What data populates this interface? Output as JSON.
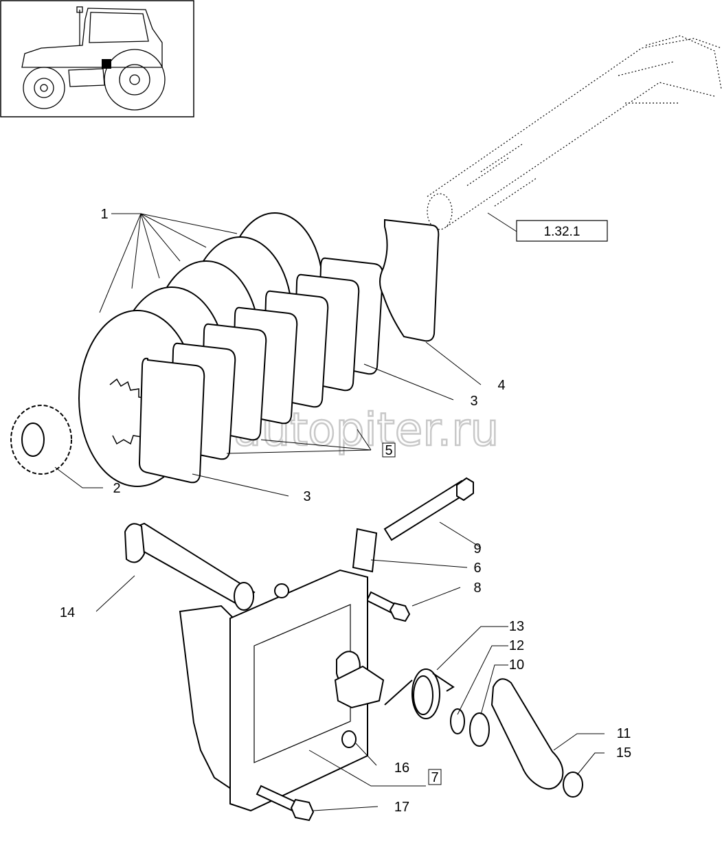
{
  "reference_box": {
    "label": "1.32.1"
  },
  "watermark": {
    "text": "autopiter.ru"
  },
  "callouts": [
    {
      "id": "1",
      "label": "1"
    },
    {
      "id": "2",
      "label": "2"
    },
    {
      "id": "3a",
      "label": "3"
    },
    {
      "id": "3b",
      "label": "3"
    },
    {
      "id": "4",
      "label": "4"
    },
    {
      "id": "5",
      "label": "5",
      "boxed": true
    },
    {
      "id": "6",
      "label": "6"
    },
    {
      "id": "7",
      "label": "7",
      "boxed": true
    },
    {
      "id": "8",
      "label": "8"
    },
    {
      "id": "9",
      "label": "9"
    },
    {
      "id": "10",
      "label": "10"
    },
    {
      "id": "11",
      "label": "11"
    },
    {
      "id": "12",
      "label": "12"
    },
    {
      "id": "13",
      "label": "13"
    },
    {
      "id": "14",
      "label": "14"
    },
    {
      "id": "15",
      "label": "15"
    },
    {
      "id": "16",
      "label": "16"
    },
    {
      "id": "17",
      "label": "17"
    }
  ]
}
